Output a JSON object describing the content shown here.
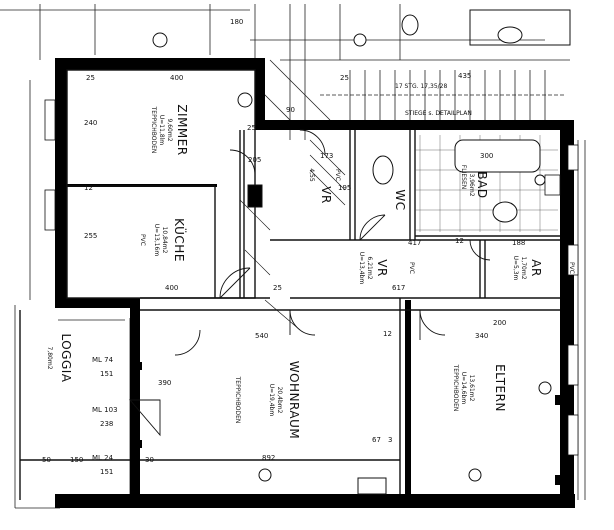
{
  "rooms": {
    "zimmer": {
      "name": "ZIMMER",
      "area": "9,60m2",
      "ceiling": "U=11,8lm",
      "floor": "TEPPICHBODEN"
    },
    "kueche": {
      "name": "KÜCHE",
      "area": "10,84m2",
      "ceiling": "U=13,16m",
      "floor": "PVC"
    },
    "wohnraum": {
      "name": "WOHNRAUM",
      "area": "20,4bm2",
      "ceiling": "U=19,4bm",
      "floor": "TEPPICHBODEN"
    },
    "eltern": {
      "name": "ELTERN",
      "area": "13,61m2",
      "ceiling": "U=14,6bm",
      "floor": "TEPPICHBODEN"
    },
    "loggia": {
      "name": "LOGGIA",
      "area": "7,80m2"
    },
    "vr_upper": {
      "name": "VR",
      "area": "4,55",
      "floor": "PVC"
    },
    "vr_lower": {
      "name": "VR",
      "area": "6,21m2",
      "ceiling": "U=13,4bm",
      "floor": "PVC"
    },
    "wc": {
      "name": "WC"
    },
    "bad": {
      "name": "BAD",
      "area": "3,96m2",
      "floor": "FLIESEN"
    },
    "ar": {
      "name": "AR",
      "area": "1,70m2",
      "ceiling": "U=5,3m",
      "floor": "PVC"
    }
  },
  "stairs": {
    "label": "STIEGE s. DETAILPLAN",
    "steps": "17 STG. 17,35/28"
  },
  "dimensions": {
    "d400_top": "400",
    "d400_bottom": "400",
    "d435": "435",
    "d25_a": "25",
    "d25_b": "25",
    "d25_c": "25",
    "d25_d": "25",
    "d240": "240",
    "d255": "255",
    "d12_a": "12",
    "d12_b": "12",
    "d12_c": "12",
    "d617": "617",
    "d540": "540",
    "d340": "340",
    "d892": "892",
    "d390": "390",
    "d300": "300",
    "d195": "195",
    "d173": "173",
    "d417": "417",
    "d188": "188",
    "d200": "200",
    "d205": "205",
    "d50": "50",
    "d150": "150",
    "d30": "30",
    "d180": "180",
    "d90": "90",
    "d67": "67",
    "d3": "3",
    "ml74": "ML 74",
    "ml103": "ML 103",
    "ml24": "ML 24",
    "d151_a": "151",
    "d238": "238",
    "d151_b": "151"
  }
}
